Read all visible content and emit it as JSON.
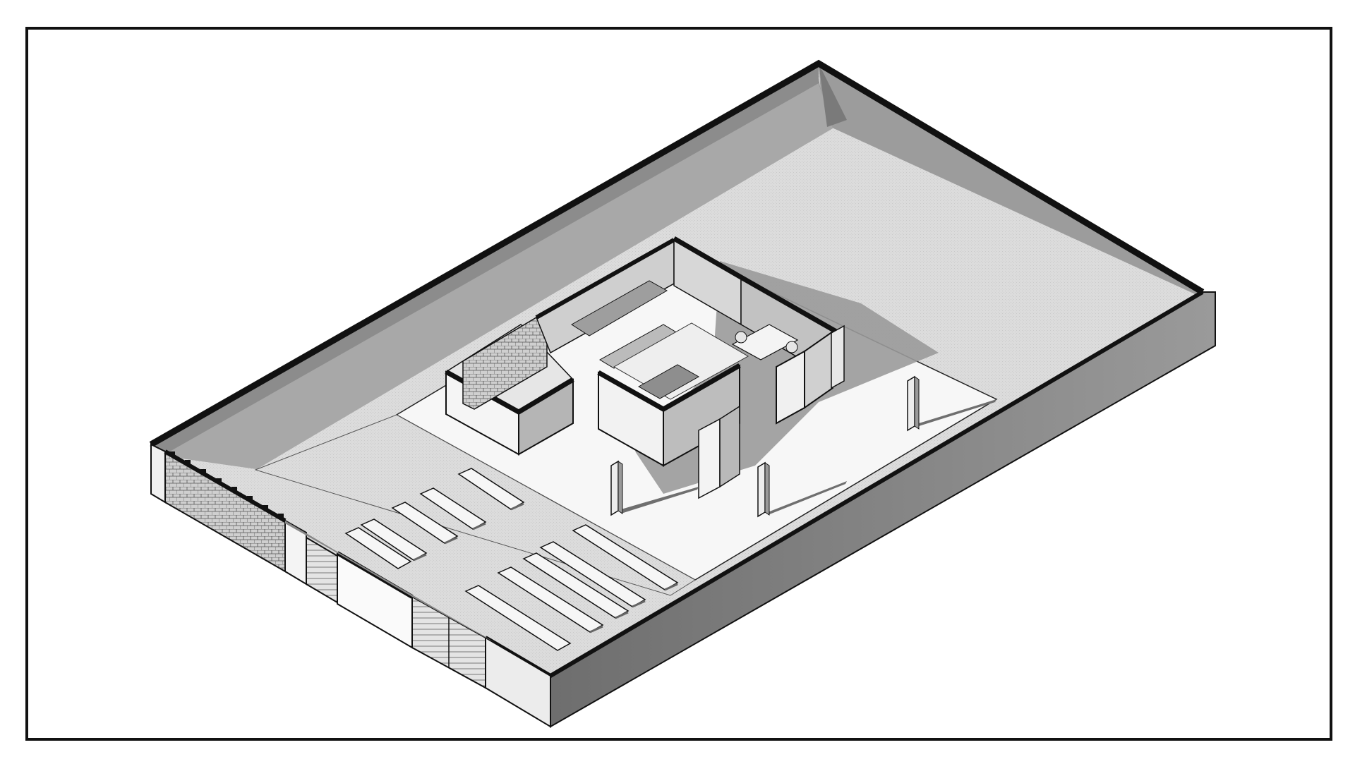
{
  "drawing": {
    "type": "isometric-site-plan",
    "caption": "",
    "colors": {
      "background": "#ffffff",
      "line": "#111111",
      "wall_outer": "#8a8a8a",
      "wall_top": "#111111",
      "ground": "#d9d9d9",
      "slab": "#f7f7f7",
      "shadow": "#7f7f7f",
      "interior_wall": "#bdbdbd",
      "bench": "#f2f2f2"
    },
    "elements": {
      "frame": "drawing-frame",
      "site_boundary_walls": "perimeter-walls",
      "ground": "site-ground",
      "slab": "concrete-slab",
      "house": "house-block",
      "columns": "freestanding-columns",
      "planters": "parking-planters",
      "gate": "entrance-gate",
      "garage_door": "garage-door"
    }
  }
}
